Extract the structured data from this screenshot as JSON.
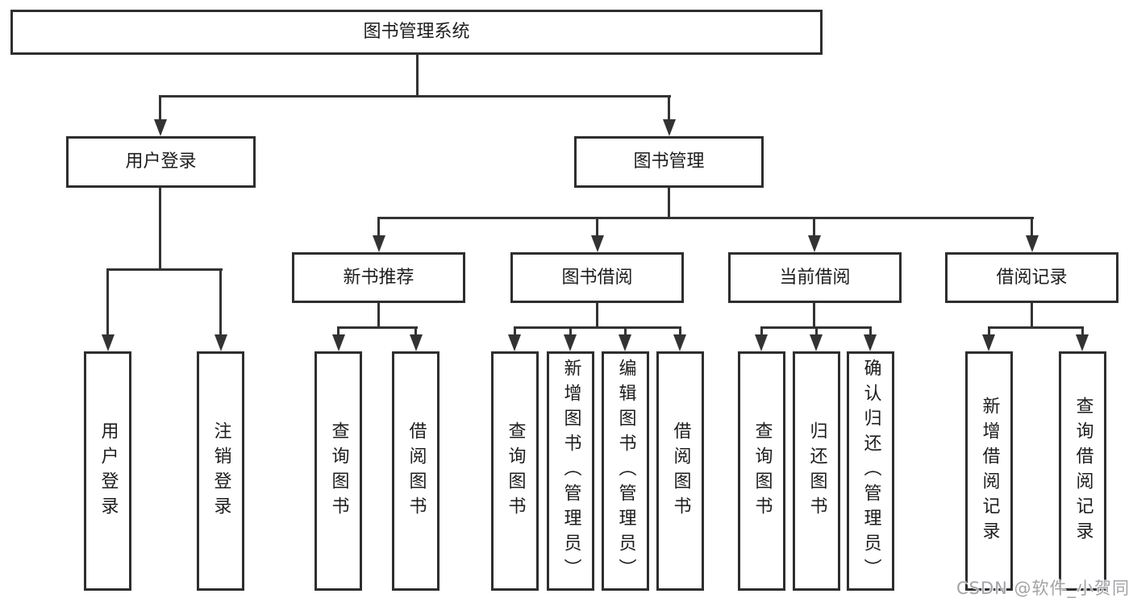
{
  "diagram": {
    "title_node": {
      "label": "图书管理系统"
    },
    "level2": [
      {
        "id": "user-login",
        "label": "用户登录"
      },
      {
        "id": "book-management",
        "label": "图书管理"
      }
    ],
    "level3": [
      {
        "id": "new-book-recommend",
        "label": "新书推荐"
      },
      {
        "id": "book-borrow",
        "label": "图书借阅"
      },
      {
        "id": "current-borrow",
        "label": "当前借阅"
      },
      {
        "id": "borrow-records",
        "label": "借阅记录"
      }
    ],
    "leaves": {
      "user_login": [
        {
          "label": "用户登录"
        },
        {
          "label": "注销登录"
        }
      ],
      "new_book": [
        {
          "label": "查询图书"
        },
        {
          "label": "借阅图书"
        }
      ],
      "book_borrow": [
        {
          "label": "查询图书"
        },
        {
          "label": "新增图书（管理员）"
        },
        {
          "label": "编辑图书（管理员）"
        },
        {
          "label": "借阅图书"
        }
      ],
      "current_borrow": [
        {
          "label": "查询图书"
        },
        {
          "label": "归还图书"
        },
        {
          "label": "确认归还（管理员）"
        }
      ],
      "borrow_records": [
        {
          "label": "新增借阅记录"
        },
        {
          "label": "查询借阅记录"
        }
      ]
    }
  },
  "watermark": {
    "text": "CSDN @软件_小贺同学"
  },
  "colors": {
    "line": "#333333",
    "box_border": "#2e2e30",
    "text": "#1d1d1f",
    "background": "#ffffff",
    "watermark": "#a2a3a7"
  }
}
